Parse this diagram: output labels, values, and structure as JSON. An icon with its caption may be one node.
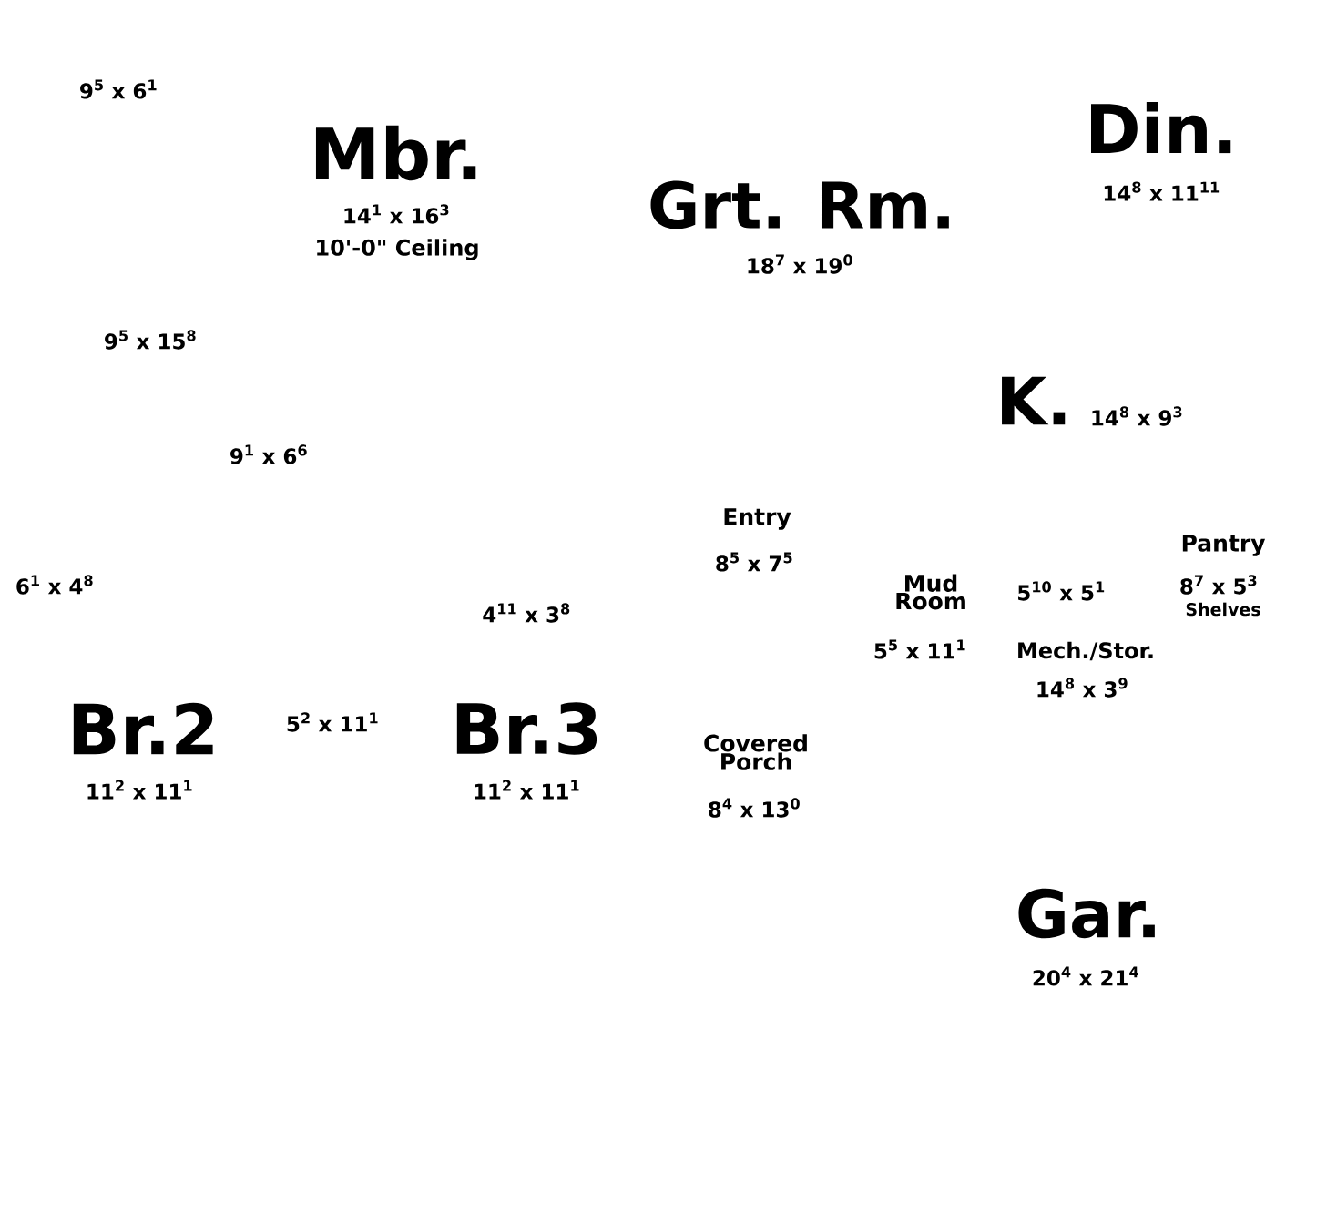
{
  "diagram": {
    "labels": [
      "9$^{5}$ x 6$^{1}$",
      "Mbr.",
      "14$^{1}$ x 16$^{3}$",
      "10'-0\" Ceiling",
      "Din.",
      "14$^{8}$ x 11$^{11}$",
      "Grt. Rm.",
      "18$^{7}$ x 19$^{0}$",
      "9$^{5}$ x 15$^{8}$",
      "K.",
      "14$^{8}$ x 9$^{3}$",
      "9$^{1}$ x 6$^{6}$",
      "Entry",
      "8$^{5}$ x 7$^{5}$",
      "Pantry",
      "8$^{7}$ x 5$^{3}$",
      "Shelves",
      "6$^{1}$ x 4$^{8}$",
      "Mud Room",
      "5$^{10}$ x 5$^{1}$",
      "4$^{11}$ x 3$^{8}$",
      "5$^{5}$ x 11$^{1}$",
      "Mech./Stor.",
      "14$^{8}$ x 3$^{9}$",
      "Br.2",
      "5$^{2}$ x 11$^{1}$",
      "Br.3",
      "11$^{2}$ x 11$^{1}$",
      "11$^{2}$ x 11$^{1}$",
      "Covered Porch",
      "8$^{4}$ x 13$^{0}$",
      "Gar.",
      "20$^{4}$ x 21$^{4}$"
    ]
  }
}
